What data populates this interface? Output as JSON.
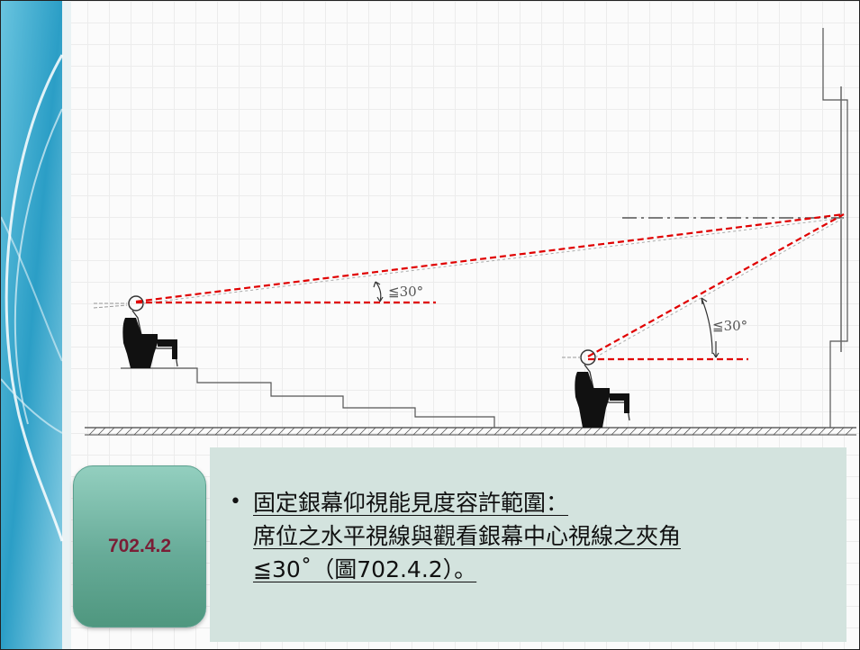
{
  "diagram": {
    "upper_angle_label": "≦30°",
    "lower_angle_label": "≦30°",
    "line_color": "#e00000"
  },
  "badge": {
    "label": "702.4.2",
    "label_color": "#7a1e36",
    "background": "#6fb39f"
  },
  "bullet": {
    "lines": [
      "固定銀幕仰視能見度容許範圍：",
      "席位之水平視線與觀看銀幕中心視線之夾角",
      "≦30˚（圖702.4.2）。"
    ],
    "background": "#d3e3de"
  }
}
